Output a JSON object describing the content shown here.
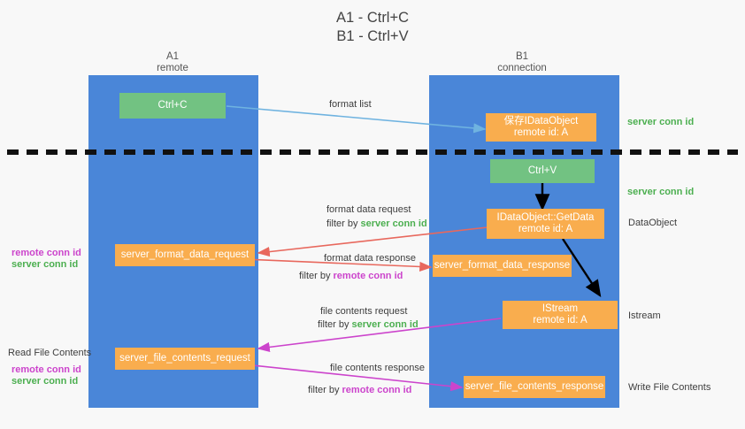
{
  "title": {
    "line1": "A1 - Ctrl+C",
    "line2": "B1 - Ctrl+V"
  },
  "lanes": [
    {
      "name": "A1",
      "sub": "remote"
    },
    {
      "name": "B1",
      "sub": "connection"
    }
  ],
  "boxes": {
    "ctrl_c": {
      "line1": "Ctrl+C"
    },
    "save_idataobject": {
      "line1": "保存IDataObject",
      "line2": "remote id: A"
    },
    "ctrl_v": {
      "line1": "Ctrl+V"
    },
    "getdata": {
      "line1": "IDataObject::GetData",
      "line2": "remote id: A"
    },
    "server_format_data_request": {
      "line1": "server_format_data_request"
    },
    "server_format_data_response": {
      "line1": "server_format_data_response"
    },
    "istream": {
      "line1": "IStream",
      "line2": "remote id: A"
    },
    "server_file_contents_request": {
      "line1": "server_file_contents_request"
    },
    "server_file_contents_response": {
      "line1": "server_file_contents_response"
    }
  },
  "edge_labels": {
    "format_list": "format list",
    "format_data_request": "format data request",
    "format_data_request_filter_prefix": "filter by ",
    "format_data_request_filter_value": "server conn id",
    "format_data_response": "format data response",
    "format_data_response_filter_prefix": "filter by ",
    "format_data_response_filter_value": "remote conn id",
    "file_contents_request": "file contents request",
    "file_contents_request_filter_prefix": "filter by ",
    "file_contents_request_filter_value": "server conn id",
    "file_contents_response": "file contents response",
    "file_contents_response_filter_prefix": "filter by ",
    "file_contents_response_filter_value": "remote conn id"
  },
  "annotations": {
    "server_conn_id_top": "server conn id",
    "server_conn_id_mid": "server conn id",
    "dataobject": "DataObject",
    "istream": "Istream",
    "write_file_contents": "Write File Contents",
    "read_file_contents": "Read File Contents",
    "left_remote_conn_id_1": "remote conn id",
    "left_server_conn_id_1": "server conn id",
    "left_remote_conn_id_2": "remote conn id",
    "left_server_conn_id_2": "server conn id"
  },
  "colors": {
    "lane": "#4a86d8",
    "green_box": "#72c282",
    "orange_box": "#f9ad4e",
    "server_conn_id": "#4caf50",
    "remote_conn_id": "#cc44cc",
    "arrow_blue": "#6fb3e0",
    "arrow_red": "#e8685d",
    "arrow_magenta": "#cc44cc",
    "arrow_black": "#000000",
    "background": "#f8f8f8"
  }
}
